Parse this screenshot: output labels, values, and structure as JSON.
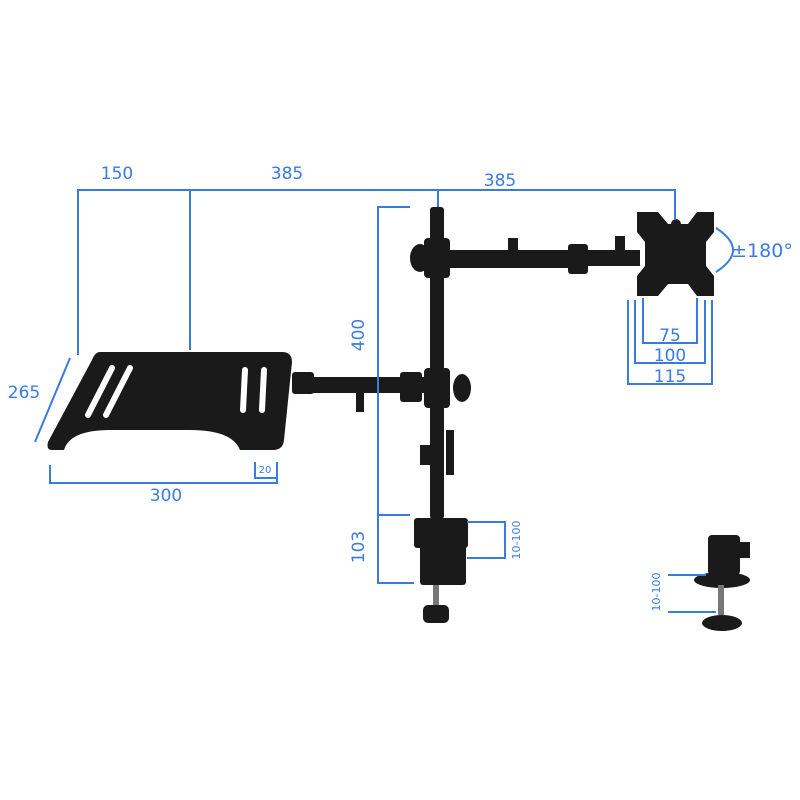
{
  "labels": {
    "width_left": "150",
    "width_mid": "385",
    "width_right": "385",
    "pole_height": "400",
    "clamp_height": "103",
    "clamp_range": "10-100",
    "tray_depth": "265",
    "tray_width": "300",
    "tray_lip": "20",
    "vesa_75": "75",
    "vesa_100": "100",
    "vesa_115": "115",
    "rotation": "±180°",
    "inset_clamp_range": "10-100"
  },
  "colors": {
    "dimension": "#3a7be0",
    "product": "#1a1a1a"
  }
}
